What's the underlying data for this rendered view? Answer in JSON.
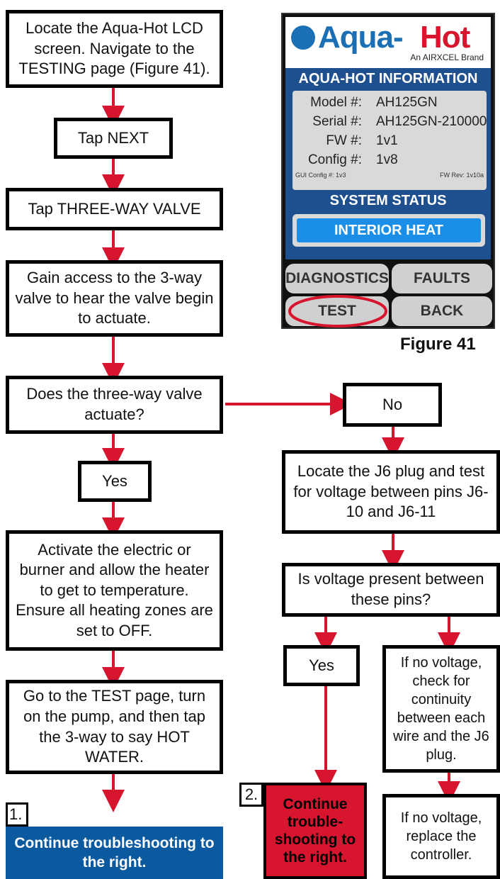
{
  "flow": {
    "locate": "Locate the Aqua-Hot LCD screen. Navigate to the TESTING page (Figure 41).",
    "tap_next": "Tap NEXT",
    "tap_valve": "Tap THREE-WAY VALVE",
    "gain_access": "Gain access to the 3-way valve to hear the valve begin to actuate.",
    "question": "Does the three-way valve actuate?",
    "yes_left": "Yes",
    "no": "No",
    "activate": "Activate the electric or burner and allow the heater to get to temperature. Ensure all heating zones are set to OFF.",
    "go_test": "Go to the TEST page, turn on the pump, and then tap the 3-way to say HOT WATER.",
    "tag1": "1.",
    "continue_1": "Continue troubleshooting to the right.",
    "locate_j6": "Locate the J6 plug and test for voltage between pins J6-10 and J6-11",
    "voltage_q": "Is voltage present between these pins?",
    "yes_right": "Yes",
    "tag2": "2.",
    "continue_2": "Continue trouble-shooting to the right.",
    "no_voltage_1": "If no voltage, check for continuity between each wire and the J6 plug.",
    "no_voltage_2": "If no voltage, replace the controller."
  },
  "lcd": {
    "brand_a": "Aqua-",
    "brand_b": "Hot",
    "sub_brand": "An AIRXCEL Brand",
    "title": "AQUA-HOT INFORMATION",
    "rows": [
      {
        "label": "Model #:",
        "value": "AH125GN"
      },
      {
        "label": "Serial #:",
        "value": "AH125GN-210000"
      },
      {
        "label": "FW #:",
        "value": "1v1"
      },
      {
        "label": "Config #:",
        "value": "1v8"
      }
    ],
    "gui_config": "GUI Config #: 1v3",
    "fw_rev": "FW Rev: 1v10a",
    "status_title": "SYSTEM STATUS",
    "status_value": "INTERIOR HEAT",
    "buttons": {
      "diagnostics": "DIAGNOSTICS",
      "faults": "FAULTS",
      "test": "TEST",
      "back": "BACK"
    }
  },
  "figure_caption": "Figure 41",
  "colors": {
    "arrow": "#d8152f",
    "blue_box": "#0b5aa0",
    "red_box": "#d8152f"
  }
}
